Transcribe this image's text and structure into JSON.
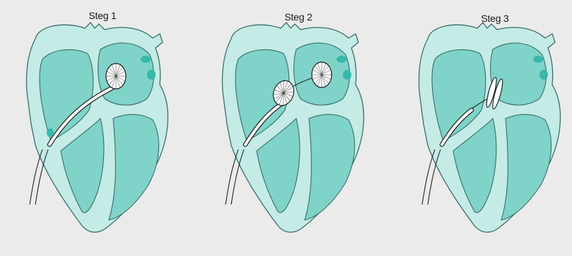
{
  "steps": [
    {
      "label": "Steg 1"
    },
    {
      "label": "Steg 2"
    },
    {
      "label": "Steg 3"
    }
  ],
  "colors": {
    "background": "#ebebeb",
    "heart_outer": "#c4ebe6",
    "heart_chamber": "#7fd3c9",
    "vessel_opening": "#37b8a9",
    "outline": "#3a6e68"
  }
}
